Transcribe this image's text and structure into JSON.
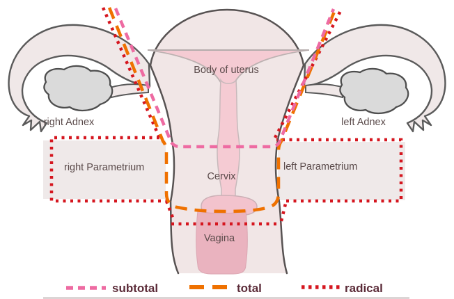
{
  "diagram": {
    "title_context": "hysterectomy-types-diagram",
    "labels": {
      "body_of_uterus": "Body of uterus",
      "right_adnex": "right Adnex",
      "left_adnex": "left Adnex",
      "right_parametrium": "right Parametrium",
      "left_parametrium": "left Parametrium",
      "cervix": "Cervix",
      "vagina": "Vagina"
    },
    "legend": [
      {
        "label": "subtotal",
        "style": "dashed",
        "color": "#ee6ba2"
      },
      {
        "label": "total",
        "style": "long-dashed",
        "color": "#ef7100"
      },
      {
        "label": "radical",
        "style": "dotted",
        "color": "#d5161f"
      }
    ],
    "colors": {
      "subtotal": "#ee6ba2",
      "total": "#ef7100",
      "radical": "#d5161f",
      "label_text": "#5a4a4a",
      "legend_text": "#5b2b38",
      "outline": "#575252",
      "body_fill": "#f1e6e6",
      "tube_fill": "#f0e8e8",
      "cavity_fill": "#f5cbd3",
      "canal_fill": "#f5cbd3",
      "cervix_tip_fill": "#f3c3cd",
      "vagina_channel_fill": "#eab3bf",
      "ovary_fill": "#dadada",
      "parametrium_box_fill": "#efe9e9"
    }
  }
}
